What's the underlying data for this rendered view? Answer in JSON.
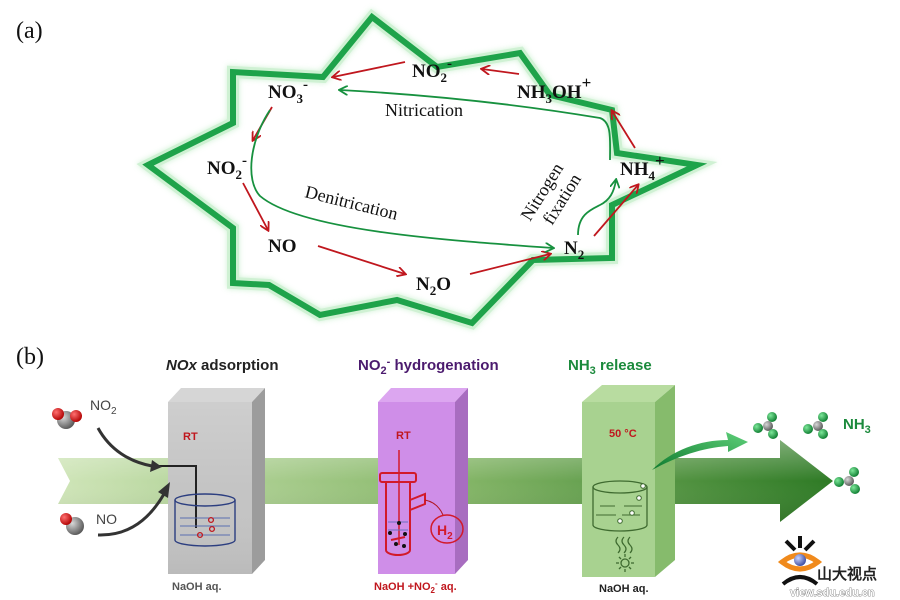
{
  "panel_a": {
    "label": "(a)",
    "species": {
      "no2_top": {
        "base": "NO",
        "sub": "2",
        "sup": "-"
      },
      "nh3oh": {
        "base1": "NH",
        "sub": "3",
        "base2": "OH",
        "sup": "+"
      },
      "no3": {
        "base": "NO",
        "sub": "3",
        "sup": "-"
      },
      "no2_left": {
        "base": "NO",
        "sub": "2",
        "sup": "-"
      },
      "nh4": {
        "base": "NH",
        "sub": "4",
        "sup": "+"
      },
      "no": {
        "base": "NO"
      },
      "n2o": {
        "base1": "N",
        "sub": "2",
        "base2": "O"
      },
      "n2": {
        "base": "N",
        "sub": "2"
      }
    },
    "processes": {
      "nitrication": "Nitrication",
      "denitrication": "Denitrication",
      "fixation_line1": "Nitrogen",
      "fixation_line2": "fixation"
    },
    "colors": {
      "star": "#1ea34a",
      "red_arrow": "#c0171e",
      "green_arrow": "#17913f"
    }
  },
  "panel_b": {
    "label": "(b)",
    "stages": [
      {
        "title_base": "NOx",
        "title_rest": " adsorption",
        "condition": "RT",
        "solution": "NaOH aq.",
        "title_color": "#222222"
      },
      {
        "title_base": "NO",
        "title_sub": "2",
        "title_sup": "-",
        "title_rest": " hydrogenation",
        "condition": "RT",
        "solution_base": "NaOH +NO",
        "solution_sub": "2",
        "solution_sup": "-",
        "solution_rest": " aq.",
        "gas_base": "H",
        "gas_sub": "2",
        "title_color": "#4b1a6e"
      },
      {
        "title_base": "NH",
        "title_sub": "3",
        "title_rest": " release",
        "condition": "50 °C",
        "solution": "NaOH aq.",
        "title_color": "#1b8a3c"
      }
    ],
    "inputs": [
      {
        "base": "NO",
        "sub": "2"
      },
      {
        "base": "NO"
      }
    ],
    "output": {
      "base": "NH",
      "sub": "3"
    },
    "colors": {
      "condition_red": "#c0171e",
      "arrow_green": "#2f7d2a",
      "nh3_green": "#1b8a3c"
    }
  },
  "watermark": {
    "name": "山大视点",
    "url": "view.sdu.edu.cn"
  }
}
